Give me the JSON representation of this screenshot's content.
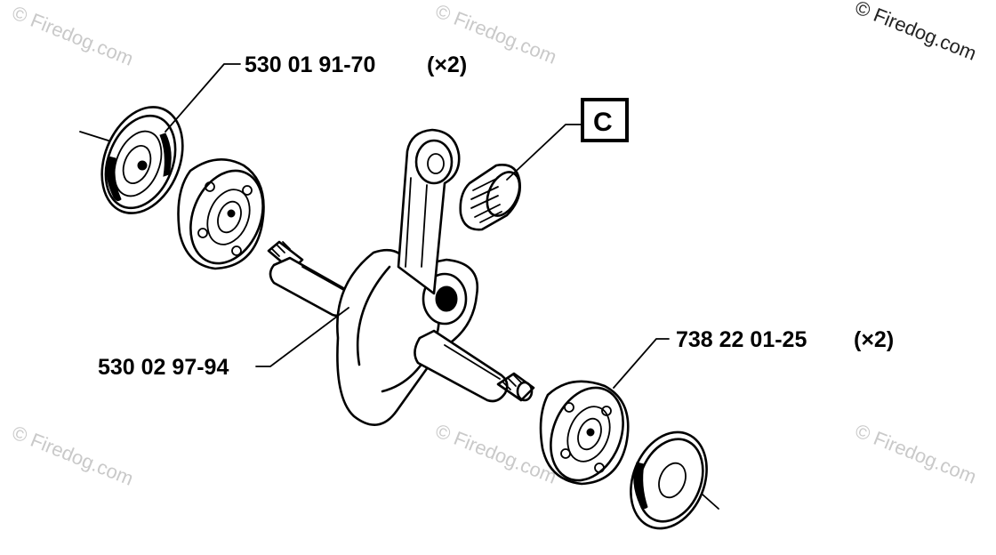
{
  "watermarks": {
    "top_left": "© Firedog.com",
    "top_center": "© Firedog.com",
    "top_right": "© Firedog.com",
    "bottom_left": "© Firedog.com",
    "bottom_center": "© Firedog.com",
    "bottom_right": "© Firedog.com"
  },
  "parts": {
    "seal": {
      "number": "530 01 91-70",
      "qty": "(×2)"
    },
    "crankshaft": {
      "number": "530 02 97-94"
    },
    "bearing": {
      "number": "738 22 01-25",
      "qty": "(×2)"
    },
    "needle_bearing_callout": {
      "letter": "C"
    }
  }
}
